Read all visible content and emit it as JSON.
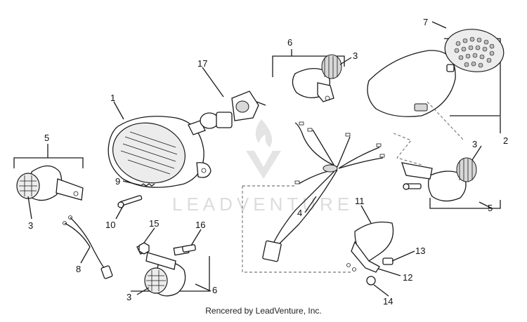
{
  "watermark": "LEADVENTURE",
  "footer": "Rencered by LeadVenture, Inc.",
  "callouts": {
    "c1": "1",
    "c2": "2",
    "c3a": "3",
    "c3b": "3",
    "c3c": "3",
    "c3d": "3",
    "c4": "4",
    "c5a": "5",
    "c5b": "5",
    "c6a": "6",
    "c6b": "6",
    "c7": "7",
    "c8": "8",
    "c9": "9",
    "c10": "10",
    "c11": "11",
    "c12": "12",
    "c13": "13",
    "c14": "14",
    "c15": "15",
    "c16": "16",
    "c17": "17"
  }
}
